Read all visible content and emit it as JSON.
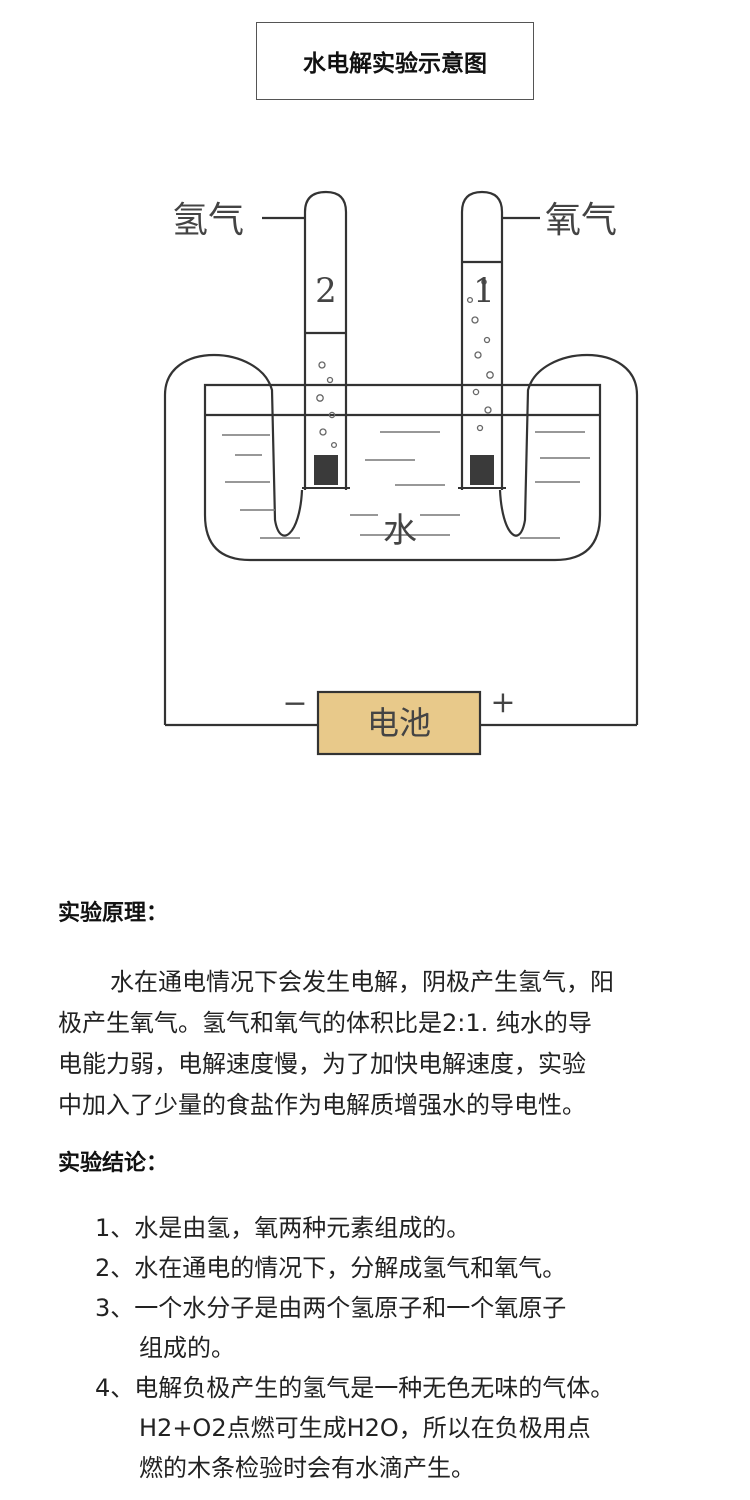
{
  "title": "水电解实验示意图",
  "diagram": {
    "left_gas_label": "氢气",
    "right_gas_label": "氧气",
    "left_tube_number": "2",
    "right_tube_number": "1",
    "water_label": "水",
    "battery_label": "电池",
    "negative_sign": "−",
    "positive_sign": "+",
    "battery_color": "#e8c98a",
    "line_color": "#333333"
  },
  "principle": {
    "heading": "实验原理：",
    "lines": [
      "水在通电情况下会发生电解，阴极产生氢气，阳",
      "极产生氧气。氢气和氧气的体积比是2:1. 纯水的导",
      "电能力弱，电解速度慢，为了加快电解速度，实验",
      "中加入了少量的食盐作为电解质增强水的导电性。"
    ]
  },
  "conclusion": {
    "heading": "实验结论：",
    "items": [
      [
        "1、水是由氢，氧两种元素组成的。"
      ],
      [
        "2、水在通电的情况下，分解成氢气和氧气。"
      ],
      [
        "3、一个水分子是由两个氢原子和一个氧原子",
        "组成的。"
      ],
      [
        "4、电解负极产生的氢气是一种无色无味的气体。",
        "H2+O2点燃可生成H2O，所以在负极用点",
        "燃的木条检验时会有水滴产生。"
      ]
    ]
  }
}
